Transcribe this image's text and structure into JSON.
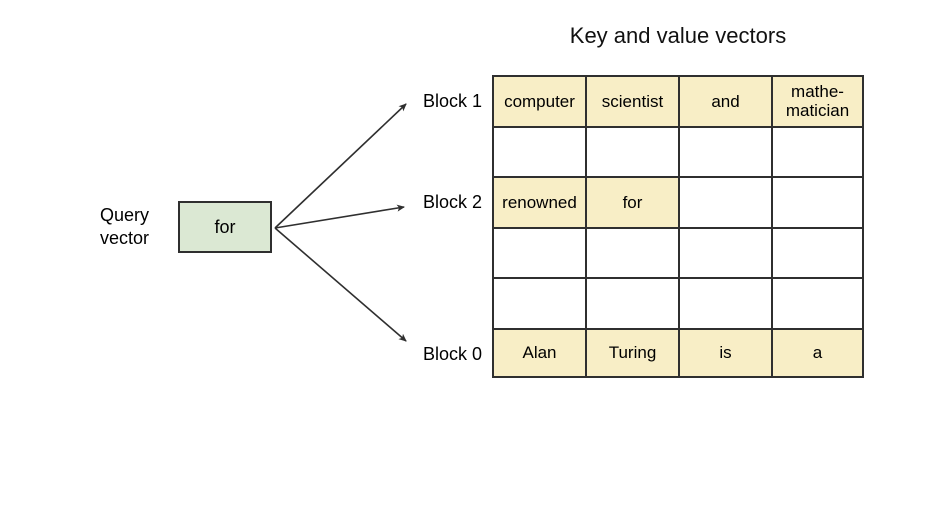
{
  "title": "Key and value vectors",
  "query_vector": {
    "label": "Query\nvector",
    "value": "for"
  },
  "block_labels": {
    "block1": "Block 1",
    "block2": "Block 2",
    "block0": "Block 0"
  },
  "table": {
    "columns": 4,
    "rows": [
      {
        "block": "Block 1",
        "cells": [
          "computer",
          "scientist",
          "and",
          "mathe-\nmatician"
        ],
        "highlighted_cells": [
          0,
          1,
          2,
          3
        ]
      },
      {
        "block": "",
        "cells": [
          "",
          "",
          "",
          ""
        ],
        "highlighted_cells": []
      },
      {
        "block": "Block 2",
        "cells": [
          "renowned",
          "for",
          "",
          ""
        ],
        "highlighted_cells": [
          0,
          1
        ]
      },
      {
        "block": "",
        "cells": [
          "",
          "",
          "",
          ""
        ],
        "highlighted_cells": []
      },
      {
        "block": "",
        "cells": [
          "",
          "",
          "",
          ""
        ],
        "highlighted_cells": []
      },
      {
        "block": "Block 0",
        "cells": [
          "Alan",
          "Turing",
          "is",
          "a"
        ],
        "highlighted_cells": [
          0,
          1,
          2,
          3
        ]
      }
    ]
  },
  "colors": {
    "cell_highlight": "#F8EEC6",
    "query_box_fill": "#DBE8D3",
    "line": "#2F2F2F"
  }
}
